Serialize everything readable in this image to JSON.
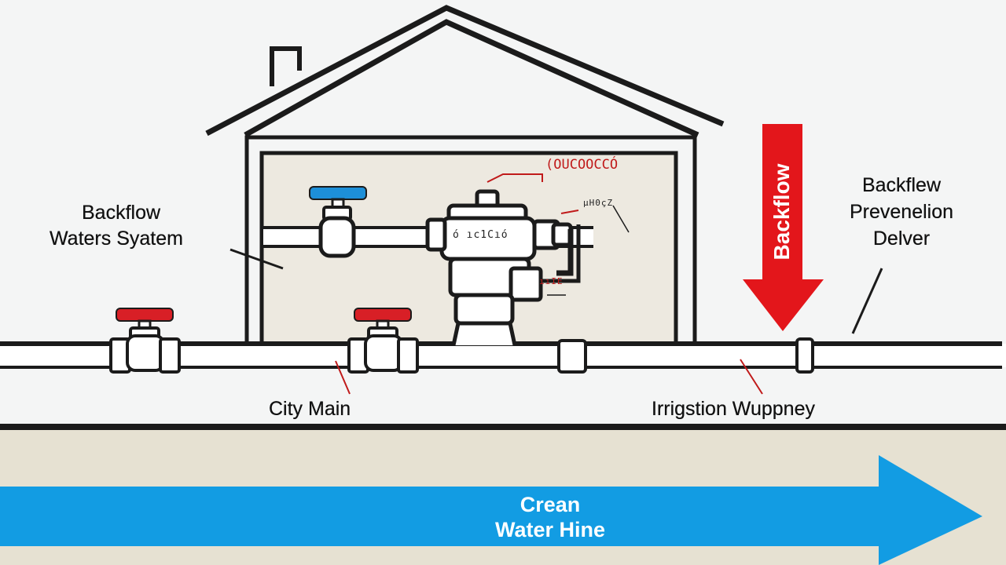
{
  "labels": {
    "left_system_line1": "Backflow",
    "left_system_line2": "Waters Syatem",
    "right_device_line1": "Backflew",
    "right_device_line2": "Prevenelion",
    "right_device_line3": "Delver",
    "city_main": "City Main",
    "irrigation": "Irrigstion Wuppney",
    "arrow_vertical": "Backflow",
    "clean_line1": "Crean",
    "clean_line2": "Water Hine",
    "scribble_top": "(OUCOOCCÓ",
    "scribble_small": "µH0çZ",
    "scribble_ticks": "ó ıc1Cıó",
    "scribble_low": "ııIE"
  },
  "colors": {
    "red_arrow": "#e3161b",
    "blue_arrow": "#129ce3",
    "valve_red": "#d81f26",
    "valve_blue": "#1d8fd8",
    "ground": "#e6e1d2",
    "room_fill": "#ede9e0",
    "line": "#1b1b1b"
  }
}
